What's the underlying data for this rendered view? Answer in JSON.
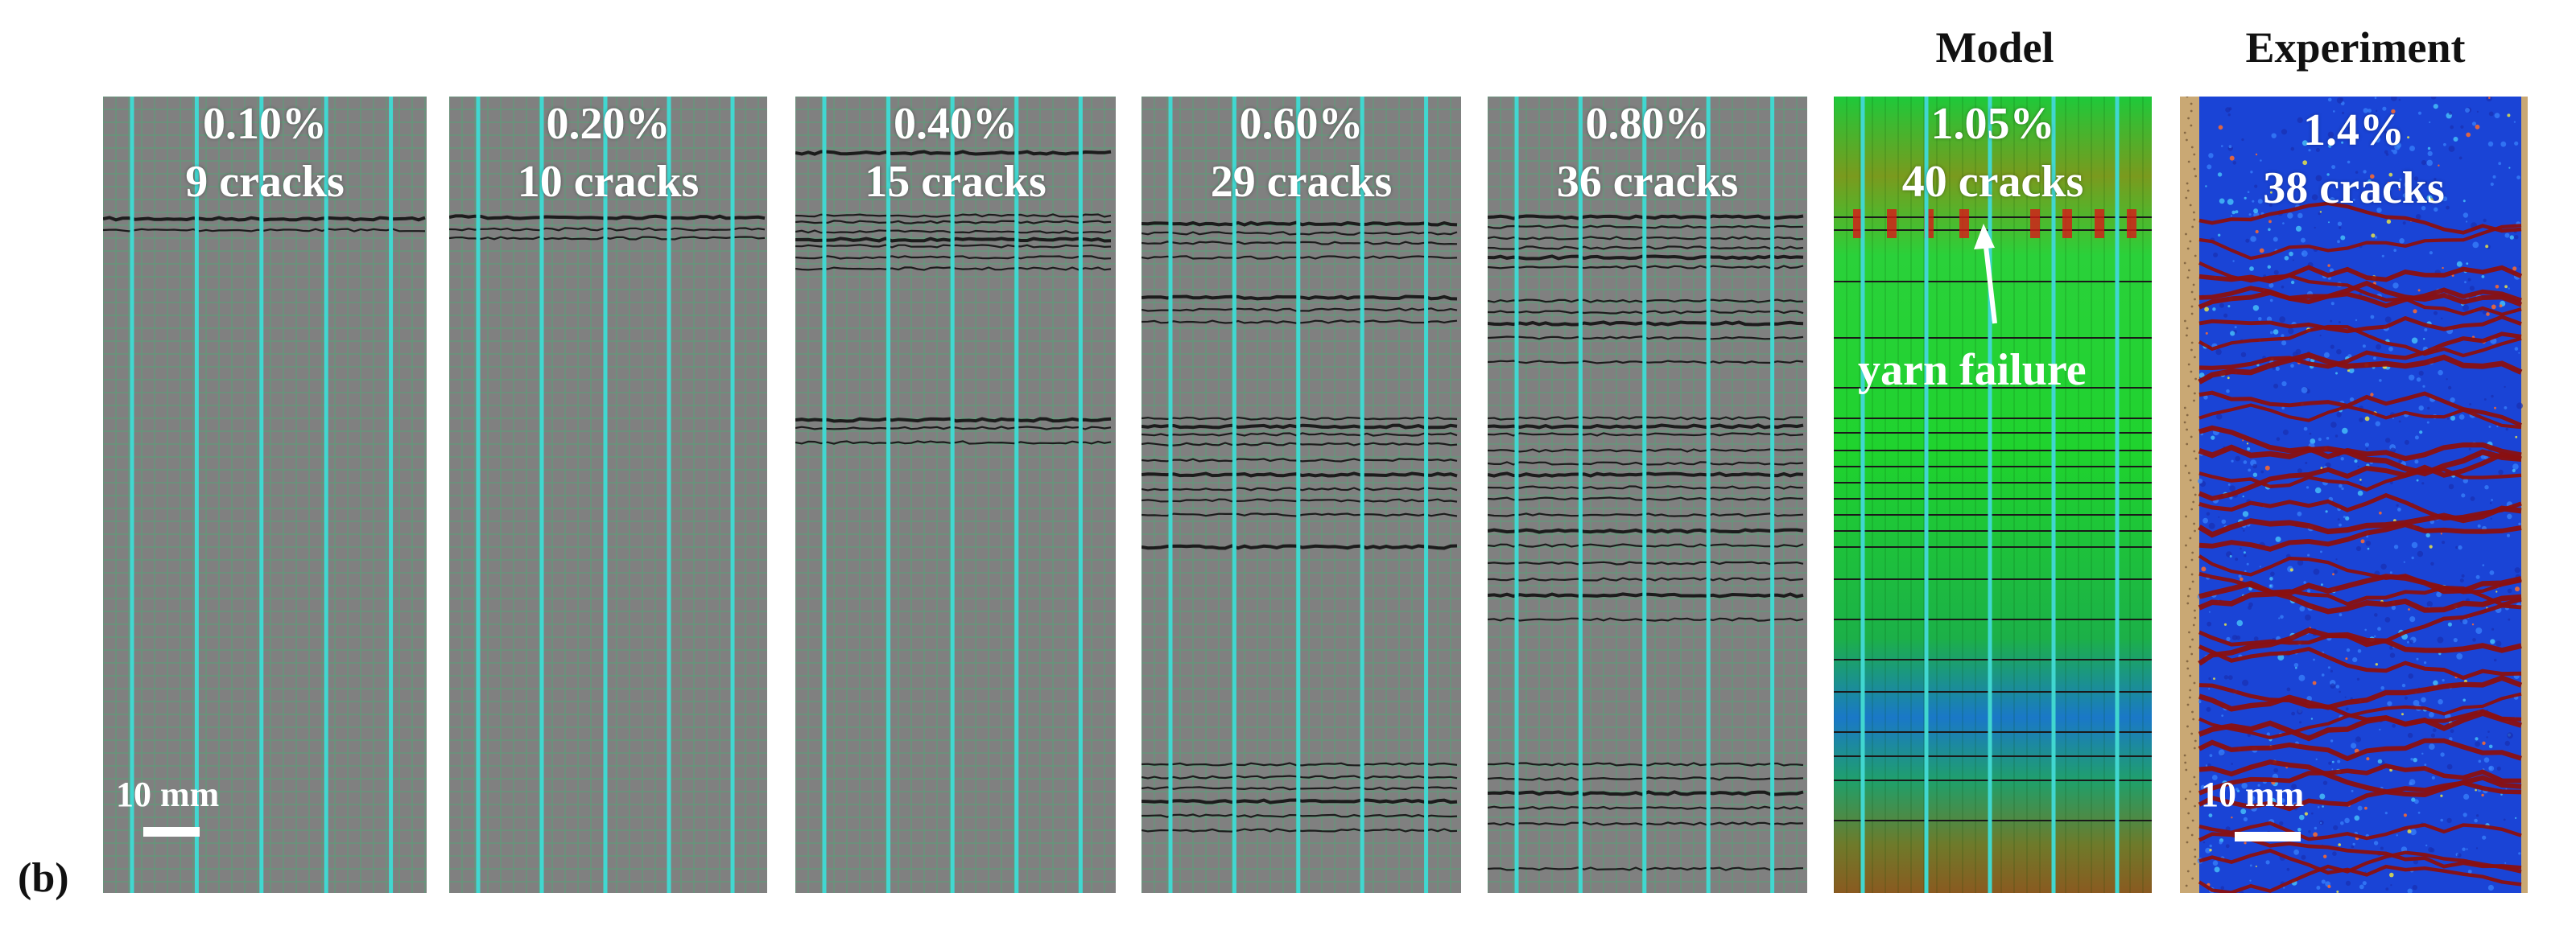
{
  "part_label": "(b)",
  "headers": {
    "model": "Model",
    "experiment": "Experiment"
  },
  "panels": [
    {
      "strain": "0.10%",
      "cracks": "9 cracks",
      "type": "sim",
      "color": "#7f7f7f"
    },
    {
      "strain": "0.20%",
      "cracks": "10 cracks",
      "type": "sim",
      "color": "#7f7f7f"
    },
    {
      "strain": "0.40%",
      "cracks": "15 cracks",
      "type": "sim",
      "color": "#7f7f7f"
    },
    {
      "strain": "0.60%",
      "cracks": "29 cracks",
      "type": "sim",
      "color": "#7f7f7f"
    },
    {
      "strain": "0.80%",
      "cracks": "36 cracks",
      "type": "sim",
      "color": "#7f7f7f"
    },
    {
      "strain": "1.05%",
      "cracks": "40 cracks",
      "type": "model",
      "color": "#22c41e"
    },
    {
      "strain": "1.4%",
      "cracks": "38 cracks",
      "type": "experiment",
      "color": "#1a3fd8"
    }
  ],
  "annotation": "yarn failure",
  "scale_bars": [
    {
      "label": "10 mm"
    },
    {
      "label": "10 mm"
    }
  ],
  "colors": {
    "grid_line": "#3fd6d0",
    "mesh": "#6a9a7e",
    "crack": "#1a1a1a",
    "exp_crack": "#8a1010"
  }
}
